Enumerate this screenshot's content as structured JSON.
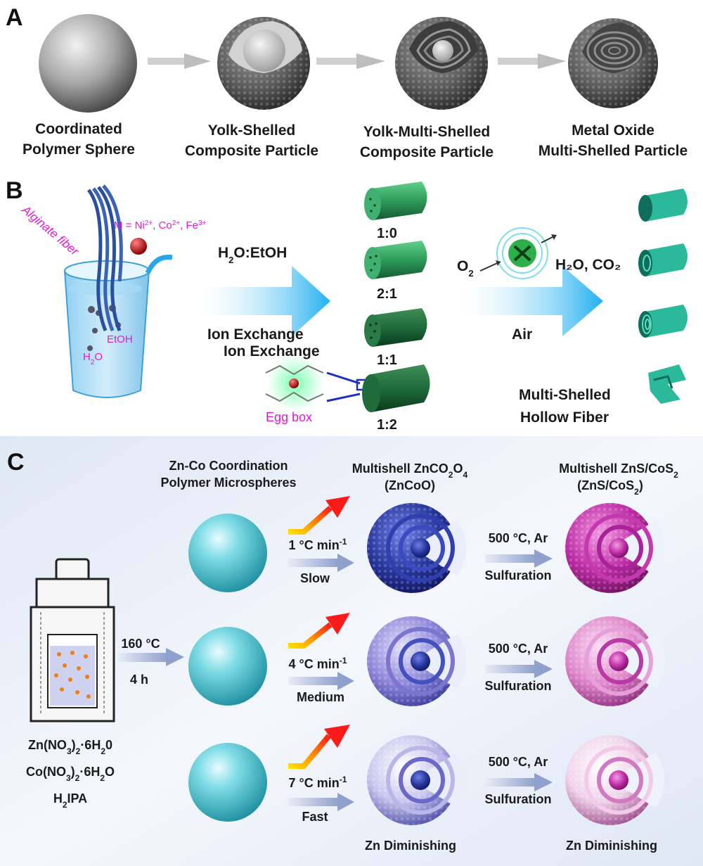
{
  "panel_a": {
    "letter": "A",
    "stages": [
      {
        "line1": "Coordinated",
        "line2": "Polymer Sphere"
      },
      {
        "line1": "Yolk-Shelled",
        "line2": "Composite Particle"
      },
      {
        "line1": "Yolk-Multi-Shelled",
        "line2": "Composite Particle"
      },
      {
        "line1": "Metal Oxide",
        "line2": "Multi-Shelled  Particle"
      }
    ]
  },
  "panel_b": {
    "letter": "B",
    "alginate": "Alginate fiber",
    "metal_prefix": "M = Ni",
    "metal_ni_sup": "2+",
    "metal_co": ", Co",
    "metal_co_sup": "2+",
    "metal_fe": ", Fe",
    "metal_fe_sup": "3+",
    "etoh": "EtOH",
    "h2o_h": "H",
    "h2o_2": "2",
    "h2o_o": "O",
    "solvent_h": "H",
    "solvent_2": "2",
    "solvent_rest": "O:EtOH",
    "ion_exchange_1": "Ion Exchange",
    "ion_exchange_2": "Ion Exchange",
    "egg_box": "Egg box",
    "ratios": [
      "1:0",
      "2:1",
      "1:1",
      "1:2"
    ],
    "o2_o": "O",
    "o2_2": "2",
    "products": "H₂O, CO₂",
    "air": "Air",
    "fiber_line1": "Multi-Shelled",
    "fiber_line2": "Hollow Fiber"
  },
  "panel_c": {
    "letter": "C",
    "precursor_line1": "Zn-Co Coordination",
    "precursor_line2": "Polymer Microspheres",
    "oxide_line1_a": "Multishell ZnCO",
    "oxide_line1_sub1": "2",
    "oxide_line1_b": "O",
    "oxide_line1_sub2": "4",
    "oxide_line2": "(ZnCoO)",
    "sulfide_line1_a": "Multishell ZnS/CoS",
    "sulfide_line1_sub": "2",
    "sulfide_line2_a": "(ZnS/CoS",
    "sulfide_line2_sub": "2",
    "sulfide_line2_b": ")",
    "hydro_temp": "160 °C",
    "hydro_time": "4 h",
    "rates": [
      {
        "rate": "1 °C min",
        "sup": "-1",
        "speed": "Slow"
      },
      {
        "rate": "4 °C min",
        "sup": "-1",
        "speed": "Medium"
      },
      {
        "rate": "7 °C min",
        "sup": "-1",
        "speed": "Fast"
      }
    ],
    "sulfuration_cond": "500 °C, Ar",
    "sulfuration": "Sulfuration",
    "reagent1_a": "Zn(NO",
    "reagent1_s1": "3",
    "reagent1_b": ")",
    "reagent1_s2": "2",
    "reagent1_c": "·6H",
    "reagent1_s3": "2",
    "reagent1_d": "0",
    "reagent2_a": "Co(NO",
    "reagent2_s1": "3",
    "reagent2_b": ")",
    "reagent2_s2": "2",
    "reagent2_c": "·6H",
    "reagent2_s3": "2",
    "reagent2_d": "O",
    "reagent3_a": "H",
    "reagent3_s": "2",
    "reagent3_b": "IPA",
    "zn_dim_1": "Zn Diminishing",
    "zn_dim_2": "Zn Diminishing"
  },
  "colors": {
    "sphere_grey": "#9a9a9a",
    "fiber_green": "#2e8b57",
    "arrow_blue": "#29b6f2",
    "label_magenta": "#e21ad4",
    "teal_sphere": "#4cc9d6",
    "navy_shell": "#1e2a8c",
    "magenta_shell": "#b0259a"
  }
}
